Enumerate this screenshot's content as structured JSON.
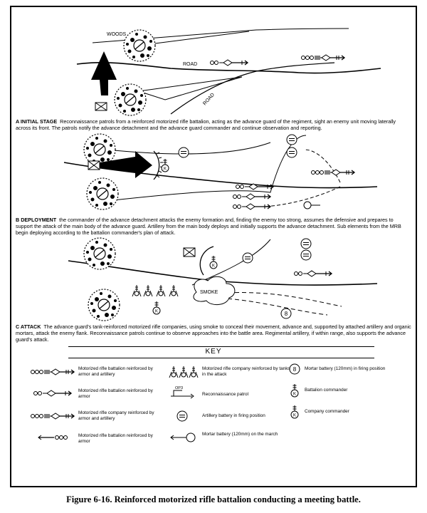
{
  "panel_a": {
    "labels": {
      "woods": "WOODS",
      "road_1": "ROAD",
      "road_2": "ROAD"
    },
    "caption_lead": "A  INITIAL STAGE",
    "caption_text": "Reconnaissance patrols from a reinforced motorized rifle battalion, acting as the advance guard of the regiment, sight an enemy unit moving laterally across its front. The patrols notify the advance detachment and the advance guard commander and continue observation and reporting."
  },
  "panel_b": {
    "caption_lead": "B  DEPLOYMENT",
    "caption_text": "the commander of the advance detachment attacks the enemy formation and, finding the enemy too strong, assumes the defensive and prepares to support the attack of the main body of the advance guard. Artillery from the main body deploys and initially supports the advance detachment. Sub elements from the MRB begin deploying according to the battalion commander's plan of attack."
  },
  "panel_c": {
    "labels": {
      "smoke": "SMOKE"
    },
    "caption_lead": "C  ATTACK",
    "caption_text": "The advance guard's tank-reinforced motorized rifle companies, using smoke to conceal their movement, advance and, supported by attached artillery and organic mortars, attack the enemy flank. Reconnaissance patrols continue to observe approaches into the battle area. Regimental artillery, if within range, also supports the advance guard's attack."
  },
  "key": {
    "title": "KEY",
    "items": [
      "Motorized rifle battalion reinforced by armor and artillery",
      "Motorized rifle battalion reinforced by armor",
      "Motorized rifle company reinforced by armor and artillery",
      "Motorized rifle battalion reinforced by armor",
      "Motorized rifle company reinforced by tanks in the attack",
      "Reconnaissance patrol",
      "Artillery battery in firing position",
      "Mortar battery (120mm) on the march",
      "Mortar battery (120mm) in firing position",
      "Battalion commander",
      "Company commander"
    ],
    "recon_tag": "OP3"
  },
  "figure_caption": "Figure 6-16. Reinforced motorized rifle battalion conducting a meeting battle."
}
